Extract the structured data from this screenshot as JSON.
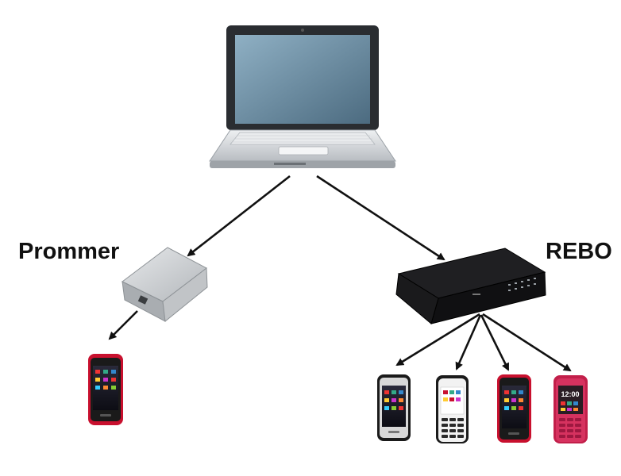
{
  "labels": {
    "prommer": "Prommer",
    "rebo": "REBO"
  },
  "device_screens": {
    "rebo_phone_4_clock": "12:00"
  },
  "colors": {
    "background": "#ffffff",
    "arrow": "#111111",
    "phone_red": "#c8102e",
    "phone_black": "#1a1a1a",
    "switch_body": "#151515",
    "prommer_body": "#c9ccd0",
    "laptop_silver": "#d6d9dd",
    "laptop_screen": "#5e7f95"
  },
  "icons": [
    "laptop-icon",
    "prommer-box-icon",
    "rebo-switch-icon",
    "phone-icon"
  ]
}
